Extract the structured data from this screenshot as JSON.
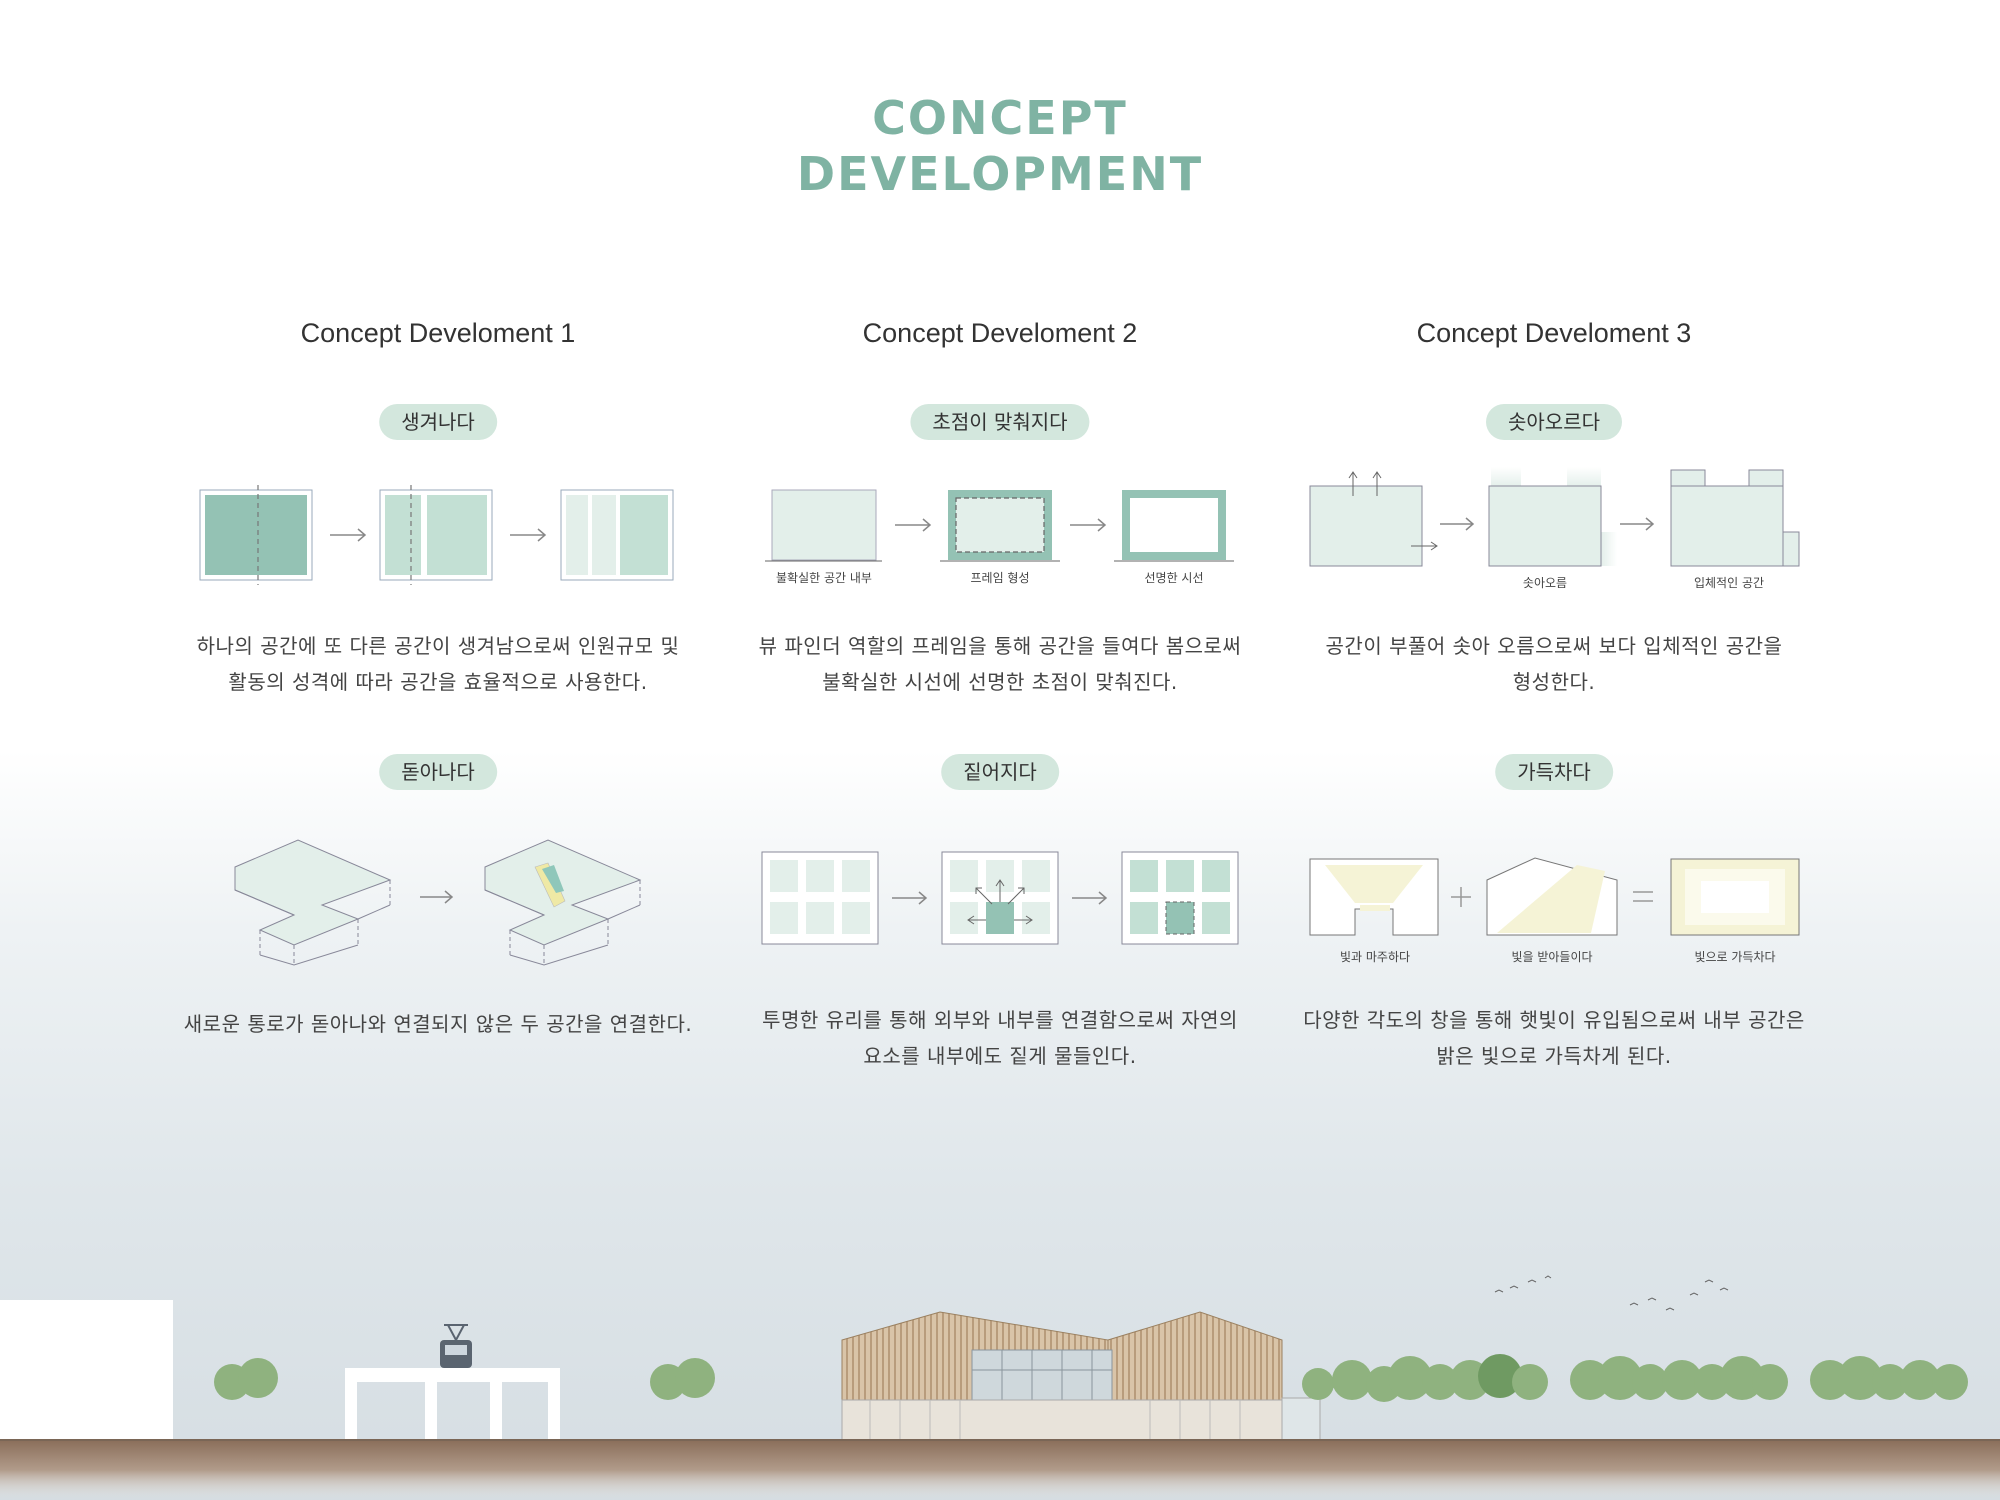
{
  "page": {
    "title_line1": "CONCEPT",
    "title_line2": "DEVELOPMENT"
  },
  "colors": {
    "accent": "#7fb3a3",
    "pill_bg": "#d3e7dd",
    "fill_dark": "#94c2b4",
    "fill_mid": "#c3e0d4",
    "fill_light": "#e3efea",
    "light_yellow": "#f5f3d6"
  },
  "columns": [
    {
      "title": "Concept Develoment 1",
      "rows": [
        {
          "keyword": "생겨나다",
          "captions": [],
          "description_lines": [
            "하나의 공간에 또 다른 공간이 생겨남으로써 인원규모 및",
            "활동의 성격에 따라 공간을 효율적으로 사용한다."
          ]
        },
        {
          "keyword": "돋아나다",
          "captions": [],
          "description_lines": [
            "새로운 통로가 돋아나와 연결되지 않은 두 공간을 연결한다."
          ]
        }
      ]
    },
    {
      "title": "Concept Develoment 2",
      "rows": [
        {
          "keyword": "초점이 맞춰지다",
          "captions": [
            "불확실한 공간 내부",
            "프레임 형성",
            "선명한 시선"
          ],
          "description_lines": [
            "뷰 파인더 역할의 프레임을 통해 공간을 들여다 봄으로써",
            "불확실한 시선에 선명한 초점이 맞춰진다."
          ]
        },
        {
          "keyword": "짙어지다",
          "captions": [],
          "description_lines": [
            "투명한 유리를 통해 외부와 내부를 연결함으로써 자연의",
            "요소를 내부에도 짙게 물들인다."
          ]
        }
      ]
    },
    {
      "title": "Concept Develoment 3",
      "rows": [
        {
          "keyword": "솟아오르다",
          "captions": [
            "솟아오름",
            "입체적인 공간"
          ],
          "description_lines": [
            "공간이 부풀어 솟아 오름으로써 보다 입체적인 공간을",
            "형성한다."
          ]
        },
        {
          "keyword": "가득차다",
          "captions": [
            "빛과 마주하다",
            "빛을 받아들이다",
            "빛으로 가득차다"
          ],
          "description_lines": [
            "다양한 각도의 창을 통해 햇빛이 유입됨으로써 내부 공간은",
            "밝은 빛으로 가득차게 된다."
          ]
        }
      ]
    }
  ]
}
